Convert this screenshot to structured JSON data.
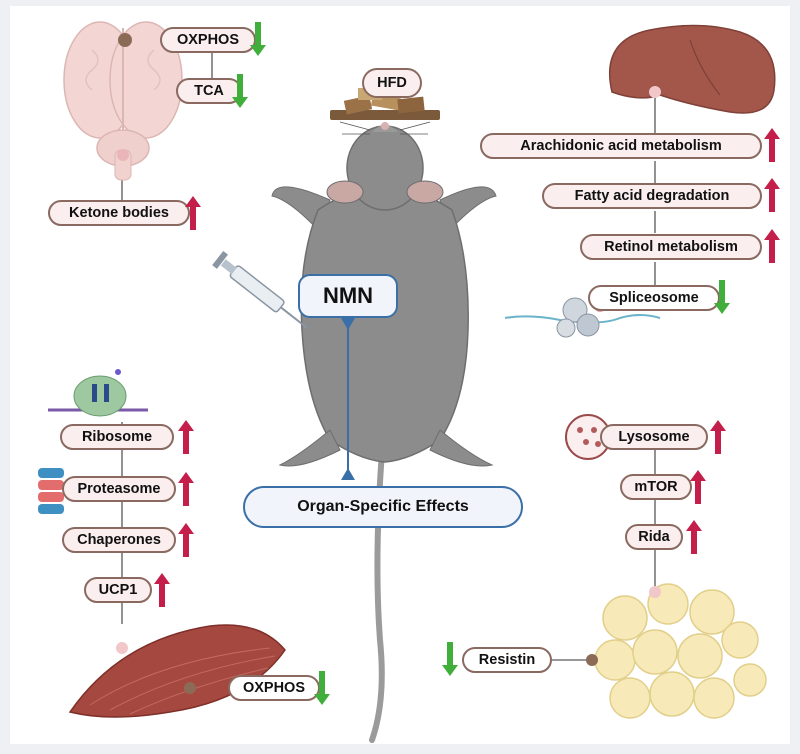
{
  "center": {
    "treatment_label": "NMN",
    "diet_label": "HFD",
    "effects_label": "Organ-Specific Effects"
  },
  "brain": {
    "markers": [
      {
        "label": "OXPHOS",
        "direction": "down"
      },
      {
        "label": "TCA",
        "direction": "down"
      },
      {
        "label": "Ketone bodies",
        "direction": "up"
      }
    ]
  },
  "liver": {
    "markers": [
      {
        "label": "Arachidonic acid metabolism",
        "direction": "up"
      },
      {
        "label": "Fatty acid degradation",
        "direction": "up"
      },
      {
        "label": "Retinol metabolism",
        "direction": "up"
      },
      {
        "label": "Spliceosome",
        "direction": "down"
      }
    ]
  },
  "muscle": {
    "markers": [
      {
        "label": "Ribosome",
        "direction": "up"
      },
      {
        "label": "Proteasome",
        "direction": "up"
      },
      {
        "label": "Chaperones",
        "direction": "up"
      },
      {
        "label": "UCP1",
        "direction": "up"
      },
      {
        "label": "OXPHOS",
        "direction": "down"
      }
    ]
  },
  "adipose": {
    "markers": [
      {
        "label": "Lysosome",
        "direction": "up"
      },
      {
        "label": "mTOR",
        "direction": "up"
      },
      {
        "label": "Rida",
        "direction": "up"
      },
      {
        "label": "Resistin",
        "direction": "down"
      }
    ]
  },
  "colors": {
    "up_arrow": "#c41e4a",
    "down_arrow": "#3fae3a",
    "pill_fill": "#fbeeee",
    "pill_border": "#8a6a60",
    "center_blue": "#3b6fa8",
    "mouse_gray": "#8c8c8c"
  },
  "icons": [
    "brain-icon",
    "liver-icon",
    "mouse-icon",
    "syringe-icon",
    "ribosome-icon",
    "proteasome-icon",
    "spliceosome-icon",
    "lysosome-icon",
    "muscle-icon",
    "adipocytes-icon",
    "food-pellets-icon"
  ]
}
